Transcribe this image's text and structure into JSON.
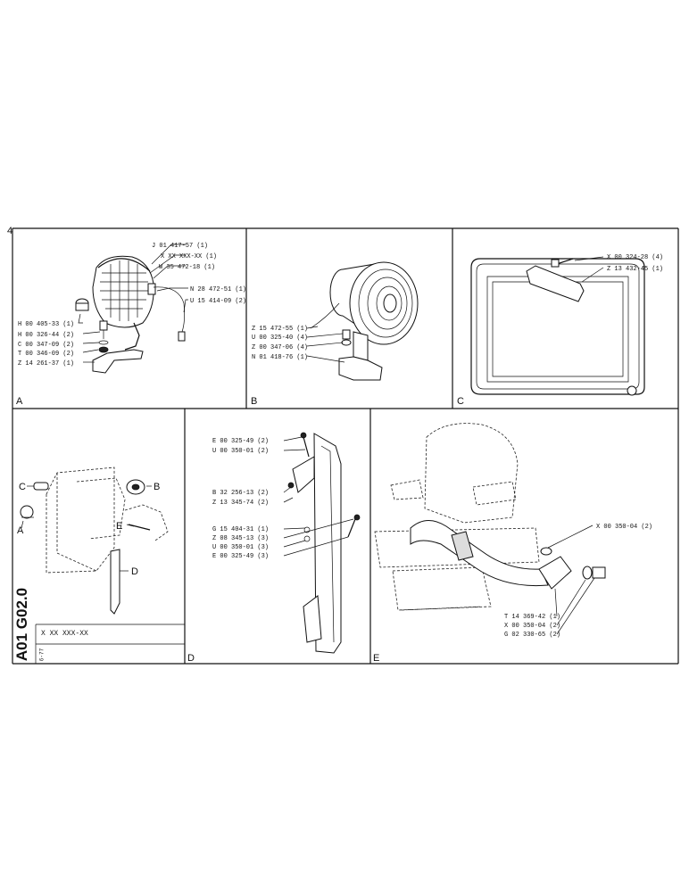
{
  "page_marker": "4",
  "sheet_id": "A01 G02.0",
  "doc_code": "X XX XXX-XX",
  "doc_date": "6-77",
  "panels": [
    {
      "letter": "A",
      "labels": [
        "J 01 417-57 (1)",
        "X XX XXX-XX (1)",
        "W 35 472-18 (1)",
        "N 28 472-51 (1)",
        "U 15 414-09 (2)",
        "H 00 405-33 (1)",
        "H 00 326-44 (2)",
        "C 00 347-09 (2)",
        "T 00 346-09 (2)",
        "Z 14 261-37 (1)"
      ]
    },
    {
      "letter": "B",
      "labels": [
        "Z 15 472-55 (1)",
        "U 00 325-40 (4)",
        "Z 00 347-06 (4)",
        "N 01 418-76 (1)"
      ]
    },
    {
      "letter": "C",
      "labels": [
        "X 00 324-28 (4)",
        "Z 13 432-45 (1)"
      ]
    },
    {
      "letter": "D",
      "labels": [
        "E 00 325-49 (2)",
        "U 00 350-01 (2)",
        "B 32 256-13 (2)",
        "Z 13 345-74 (2)",
        "G 15 404-31 (1)",
        "Z 08 345-13 (3)",
        "U 00 350-01 (3)",
        "E 00 325-49 (3)"
      ]
    },
    {
      "letter": "E",
      "labels": [
        "X 00 350-04 (2)",
        "T 14 369-42 (1)",
        "X 00 350-04 (2)",
        "G 02 330-65 (2)"
      ]
    }
  ],
  "overview_callouts": [
    "A",
    "B",
    "C",
    "D",
    "E"
  ]
}
